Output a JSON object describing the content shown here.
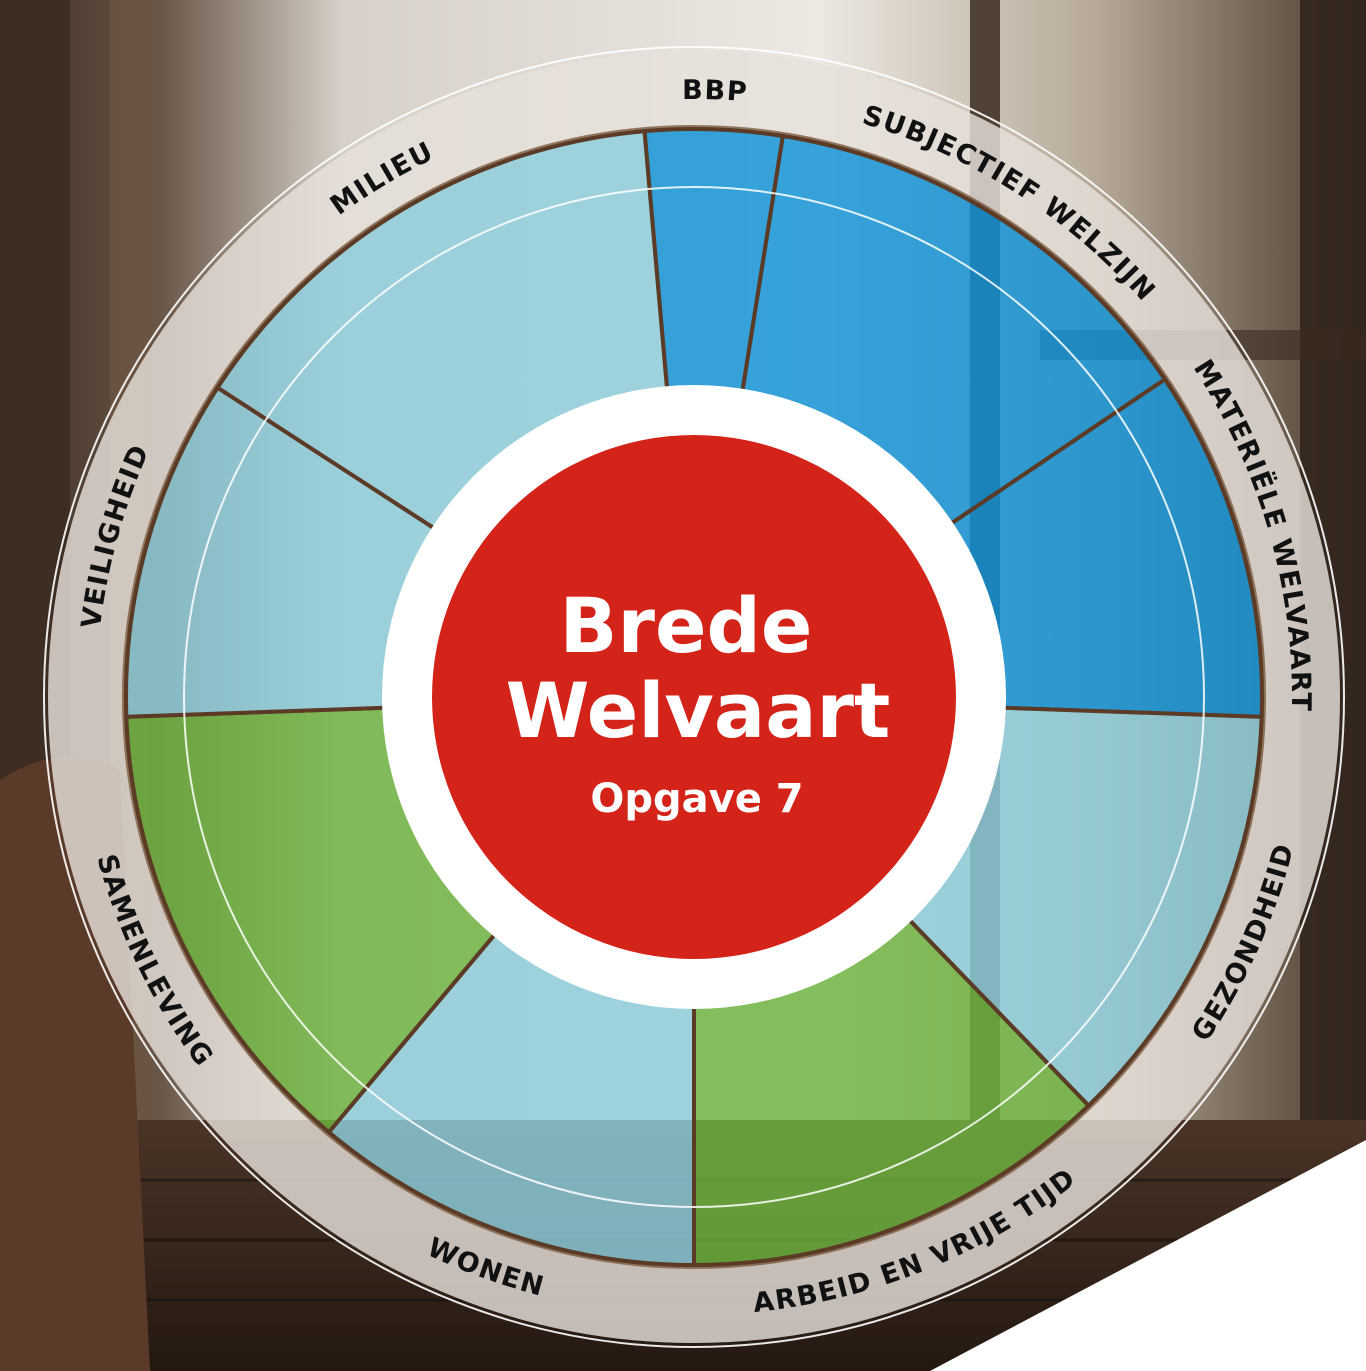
{
  "center": {
    "title_line1": "Brede",
    "title_line2": "Welvaart",
    "subtitle": "Opgave 7"
  },
  "segments": [
    {
      "label": "BBP",
      "color": "#0f93d8"
    },
    {
      "label": "SUBJECTIEF WELZIJN",
      "color": "#0f93d8"
    },
    {
      "label": "MATERIËLE WELVAART",
      "color": "#0f93d8"
    },
    {
      "label": "GEZONDHEID",
      "color": "#8ecfde"
    },
    {
      "label": "ARBEID EN VRIJE TIJD",
      "color": "#6eb43f"
    },
    {
      "label": "WONEN",
      "color": "#8ecfde"
    },
    {
      "label": "SAMENLEVING",
      "color": "#6eb43f"
    },
    {
      "label": "VEILIGHEID",
      "color": "#8ecfde"
    },
    {
      "label": "MILIEU",
      "color": "#8ecfde"
    }
  ],
  "colors": {
    "center_red": "#d42318",
    "blue": "#0f93d8",
    "light_blue": "#8ecfde",
    "green": "#6eb43f",
    "ring": "#e6e1db"
  }
}
